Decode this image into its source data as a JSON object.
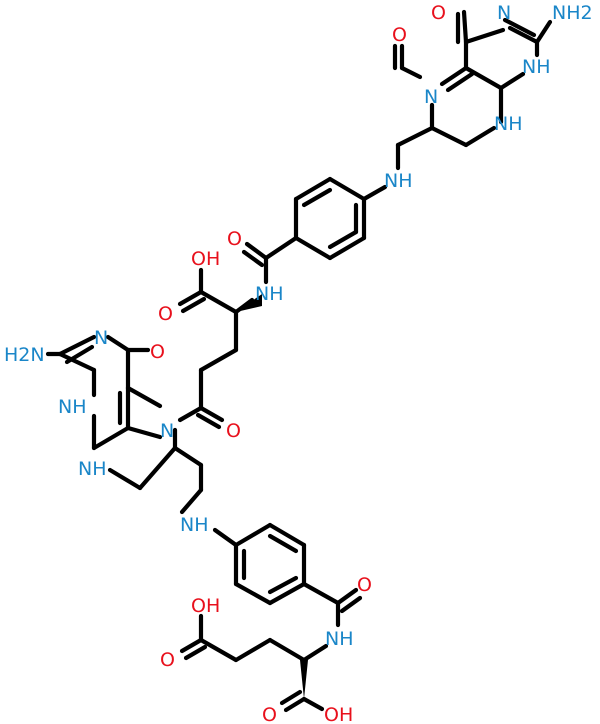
{
  "structure": {
    "colors": {
      "bond": "#000000",
      "nitrogen": "#1a86c8",
      "oxygen": "#e8101c",
      "background": "#ffffff"
    },
    "labels": [
      {
        "key": "o_formyl_ring_top",
        "text": "O",
        "color": "oxygen"
      },
      {
        "key": "n_pyrimidine_top",
        "text": "N",
        "color": "nitrogen"
      },
      {
        "key": "nh2_top",
        "text": "NH2",
        "color": "nitrogen"
      },
      {
        "key": "o_formyl",
        "text": "O",
        "color": "oxygen"
      },
      {
        "key": "n5_top",
        "text": "N",
        "color": "nitrogen"
      },
      {
        "key": "nh1_top",
        "text": "NH",
        "color": "nitrogen"
      },
      {
        "key": "nh8_top",
        "text": "NH",
        "color": "nitrogen"
      },
      {
        "key": "nh_linker_top",
        "text": "NH",
        "color": "nitrogen"
      },
      {
        "key": "o_amide_top",
        "text": "O",
        "color": "oxygen"
      },
      {
        "key": "oh_acid_mid",
        "text": "OH",
        "color": "oxygen"
      },
      {
        "key": "nh_amide_mid",
        "text": "NH",
        "color": "nitrogen"
      },
      {
        "key": "o_acid_mid",
        "text": "O",
        "color": "oxygen"
      },
      {
        "key": "nh2_left",
        "text": "H2N",
        "color": "nitrogen"
      },
      {
        "key": "n_pyrimidine_left",
        "text": "N",
        "color": "nitrogen"
      },
      {
        "key": "o_ring_left",
        "text": "O",
        "color": "oxygen"
      },
      {
        "key": "nh1_left",
        "text": "NH",
        "color": "nitrogen"
      },
      {
        "key": "n5_left",
        "text": "N",
        "color": "nitrogen"
      },
      {
        "key": "o_glutamyl",
        "text": "O",
        "color": "oxygen"
      },
      {
        "key": "nh8_left",
        "text": "NH",
        "color": "nitrogen"
      },
      {
        "key": "nh_linker_bottom",
        "text": "NH",
        "color": "nitrogen"
      },
      {
        "key": "o_amide_bottom",
        "text": "O",
        "color": "oxygen"
      },
      {
        "key": "oh_acid_bottom_left",
        "text": "OH",
        "color": "oxygen"
      },
      {
        "key": "nh_amide_bottom",
        "text": "NH",
        "color": "nitrogen"
      },
      {
        "key": "o_acid_bottom_left",
        "text": "O",
        "color": "oxygen"
      },
      {
        "key": "o_acid_bottom_right",
        "text": "O",
        "color": "oxygen"
      },
      {
        "key": "oh_acid_bottom_right",
        "text": "OH",
        "color": "oxygen"
      }
    ]
  }
}
